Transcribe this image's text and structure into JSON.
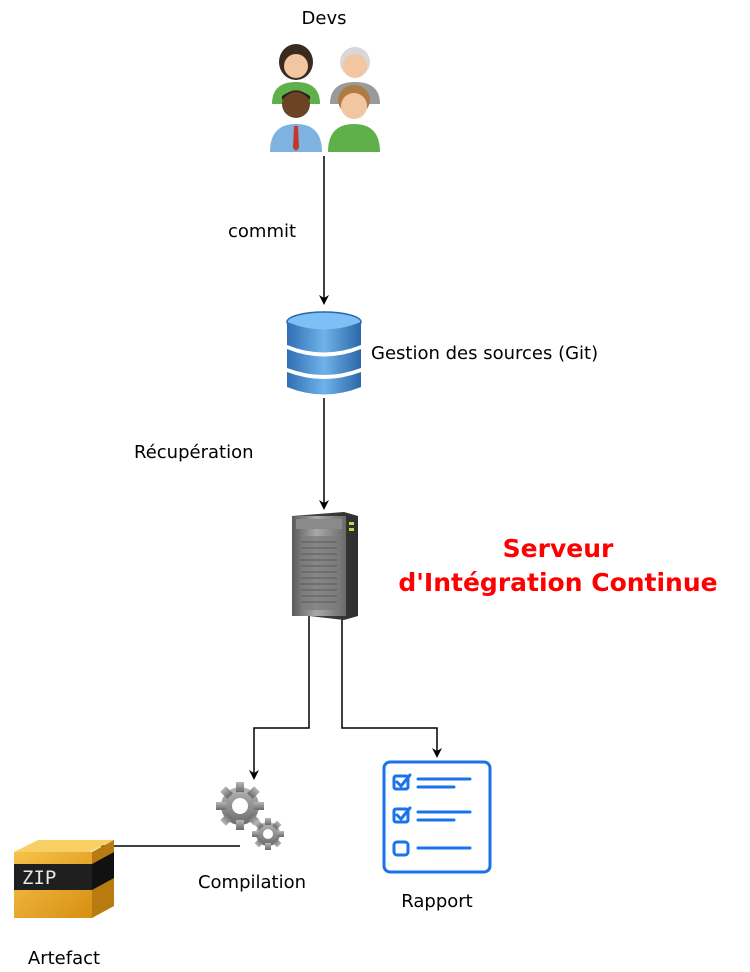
{
  "nodes": {
    "devs": {
      "label": "Devs",
      "icon": "people-group-icon"
    },
    "git": {
      "label": "Gestion des sources (Git)",
      "icon": "database-icon"
    },
    "ci_server": {
      "title_line1": "Serveur",
      "title_line2": "d'Intégration Continue",
      "title_color": "#ff0000",
      "icon": "server-tower-icon"
    },
    "compilation": {
      "label": "Compilation",
      "icon": "gears-icon"
    },
    "rapport": {
      "label": "Rapport",
      "icon": "checklist-report-icon",
      "color": "#1a73e8"
    },
    "artefact": {
      "label": "Artefact",
      "icon": "zip-archive-icon",
      "icon_text": "ZIP"
    }
  },
  "edges": {
    "commit": {
      "label": "commit"
    },
    "recuperation": {
      "label": "Récupération"
    }
  }
}
